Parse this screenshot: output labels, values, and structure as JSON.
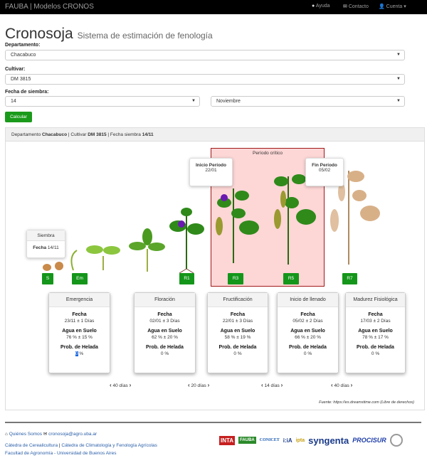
{
  "navbar": {
    "brand": "FAUBA | Modelos CRONOS",
    "links": [
      {
        "icon": "question-circle-icon",
        "label": "Ayuda"
      },
      {
        "icon": "envelope-icon",
        "label": "Contacto"
      },
      {
        "icon": "user-icon",
        "label": "Cuenta"
      }
    ]
  },
  "header": {
    "title": "Cronosoja",
    "subtitle": "Sistema de estimación de fenología"
  },
  "form": {
    "departamento_label": "Departamento:",
    "departamento": "Chacabuco",
    "cultivar_label": "Cultivar:",
    "cultivar": "DM 3815",
    "fecha_label": "Fecha de siembra:",
    "dia": "14",
    "mes": "Noviembre",
    "calcular": "Calcular"
  },
  "summary": {
    "dep_label": "Departamento",
    "dep": "Chacabuco",
    "cult_label": "Cultivar",
    "cult": "DM 3815",
    "fecha_label": "Fecha siembra",
    "fecha": "14/11"
  },
  "critical": {
    "title": "Período crítico",
    "inicio_label": "Inicio Período",
    "inicio": "22/01",
    "fin_label": "Fin Período",
    "fin": "05/02"
  },
  "siembra": {
    "title": "Siembra",
    "fecha_label": "Fecha",
    "fecha": "14/11"
  },
  "stages": [
    "S",
    "Em",
    "R1",
    "R3",
    "R5",
    "R7"
  ],
  "cards": [
    {
      "title": "Emergencia",
      "fecha": "23/11 ± 1 Días",
      "agua": "76 % ± 15 %",
      "helada_val": "0",
      "helada_unit": " %"
    },
    {
      "title": "Floración",
      "fecha": "02/01 ± 3 Días",
      "agua": "62 % ± 20 %",
      "helada_val": "0",
      "helada_unit": " %"
    },
    {
      "title": "Fructificación",
      "fecha": "22/01 ± 3 Días",
      "agua": "58 % ± 19 %",
      "helada_val": "0",
      "helada_unit": " %"
    },
    {
      "title": "Inicio de llenado",
      "fecha": "05/02 ± 2 Días",
      "agua": "66 % ± 20 %",
      "helada_val": "0",
      "helada_unit": " %"
    },
    {
      "title": "Madurez Fisiológica",
      "fecha": "17/03 ± 2 Días",
      "agua": "78 % ± 17 %",
      "helada_val": "0",
      "helada_unit": " %"
    }
  ],
  "card_labels": {
    "fecha": "Fecha",
    "agua": "Agua en Suelo",
    "helada": "Prob. de Helada"
  },
  "intervals": [
    "40 días",
    "20 días",
    "14 días",
    "40 días"
  ],
  "source": "Fuente: https://es.dreamstime.com (Libre de derechos)",
  "footer": {
    "quienes": "Quiénes Somos",
    "email": "cronosoja@agro.uba.ar",
    "catedra1": "Cátedra de Cerealicultura",
    "catedra2": "Cátedra de Climatología y Fenología Agrícolas",
    "facultad": "Facultad de Agronomía - Universidad de Buenos Aires",
    "logos": [
      "INTA",
      "FAUBA",
      "CONICET",
      "INIA Uruguay",
      "IPTA",
      "syngenta",
      "PROCISUR"
    ]
  }
}
